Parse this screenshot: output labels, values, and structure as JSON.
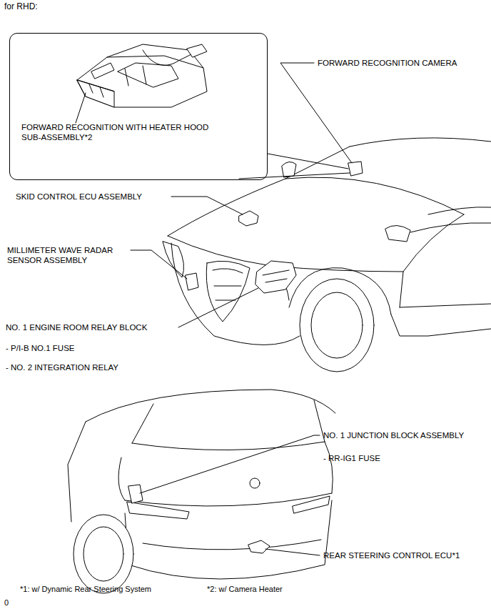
{
  "diagram": {
    "title": "for RHD:",
    "nodes": [
      {
        "text": [
          "FORWARD RECOGNITION WITH HEATER HOOD SUB-ASSEMBLY*2"
        ]
      }
    ],
    "labels": [
      "FORWARD RECOGNITION CAMERA",
      "SKID CONTROL ECU ASSEMBLY",
      "MILLIMETER WAVE RADAR SENSOR ASSEMBLY",
      "NO. 1 ENGINE ROOM RELAY BLOCK",
      "- P/I-B NO.1 FUSE",
      "- NO. 2 INTEGRATION RELAY",
      "NO. 1 JUNCTION BLOCK ASSEMBLY",
      "- RR-IG1 FUSE",
      "REAR STEERING CONTROL ECU*1",
      "*1: w/ Dynamic Rear Steering System",
      "*2: w/ Camera Heater",
      "0"
    ]
  }
}
